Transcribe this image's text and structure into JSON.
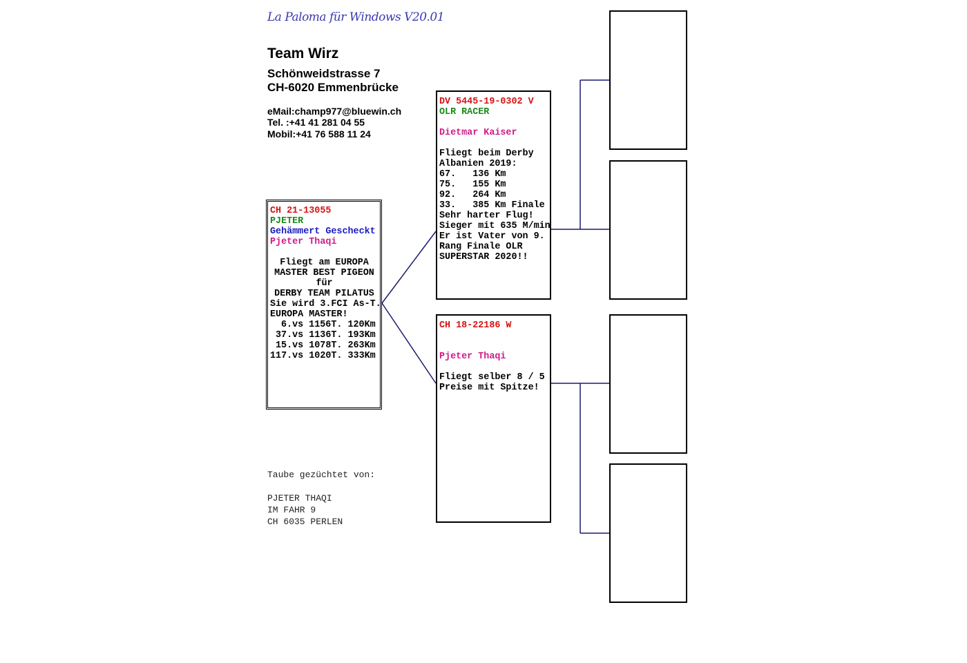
{
  "header": {
    "app_title": "La Paloma für Windows V20.01",
    "team_name": "Team Wirz",
    "street": "Schönweidstrasse 7",
    "city": "CH-6020 Emmenbrücke",
    "email": "eMail:champ977@bluewin.ch",
    "tel": "Tel. :+41 41 281 04 55",
    "mobil": "Mobil:+41 76 588 11 24"
  },
  "pigeon": {
    "ring": "CH 21-13055",
    "name": "PJETER",
    "color": "Gehämmert Gescheckt",
    "owner": "Pjeter Thaqi",
    "notes": [
      "Fliegt am EUROPA",
      "MASTER BEST PIGEON",
      "für",
      "DERBY TEAM PILATUS",
      "Sie wird 3.FCI As-T.",
      "EUROPA MASTER!",
      "6.vs 1156T. 120Km",
      "37.vs 1136T. 193Km",
      "15.vs 1078T. 263Km",
      "117.vs 1020T. 333Km"
    ]
  },
  "father": {
    "ring": "DV 5445-19-0302 V",
    "name": "OLR RACER",
    "owner": "Dietmar Kaiser",
    "notes": [
      "Fliegt beim Derby",
      "Albanien 2019:",
      "67.   136 Km",
      "75.   155 Km",
      "92.   264 Km",
      "33.   385 Km Finale",
      "Sehr harter Flug!",
      "Sieger mit 635 M/min",
      "Er ist Vater von 9.",
      "Rang Finale OLR",
      "SUPERSTAR 2020!!"
    ]
  },
  "mother": {
    "ring": "CH 18-22186 W",
    "owner": "Pjeter Thaqi",
    "notes": [
      "Fliegt selber 8 / 5",
      "Preise mit Spitze!"
    ]
  },
  "breeder": {
    "label": "Taube gezüchtet von:",
    "name": "PJETER THAQI",
    "street": "IM FAHR 9",
    "city": "CH 6035 PERLEN"
  },
  "colors": {
    "ring": "#d41414",
    "name": "#1a8a1a",
    "color_line": "#1a1ac0",
    "owner": "#d01a8a",
    "connector": "#1a1a6e",
    "app_title": "#3a3ab0"
  }
}
